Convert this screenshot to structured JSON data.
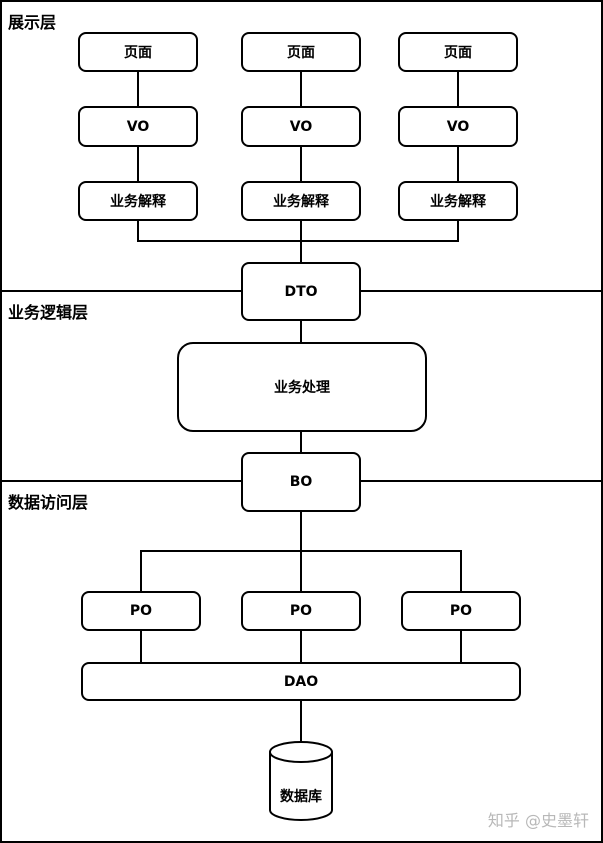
{
  "layers": {
    "presentation": "展示层",
    "business": "业务逻辑层",
    "data_access": "数据访问层"
  },
  "nodes": {
    "page": "页面",
    "vo": "VO",
    "interpret": "业务解释",
    "dto": "DTO",
    "process": "业务处理",
    "bo": "BO",
    "po": "PO",
    "dao": "DAO",
    "database": "数据库"
  },
  "watermark": "知乎 @史墨轩"
}
